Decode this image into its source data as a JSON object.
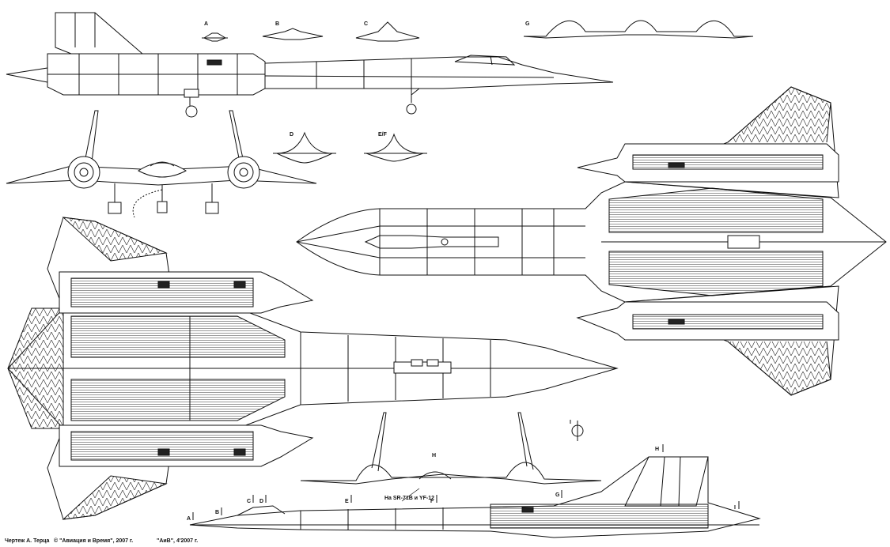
{
  "section_labels": {
    "a": "A",
    "b": "B",
    "c": "C",
    "d": "D",
    "ef": "E/F",
    "g": "G",
    "h": "H",
    "i": "I"
  },
  "side_view_markers": {
    "a": "A",
    "b": "B",
    "c": "C",
    "d": "D",
    "e": "E",
    "f": "F",
    "g": "G",
    "h": "H",
    "i": "I"
  },
  "note": "На SR-71B и YF-12",
  "footer": {
    "author": "Чертеж А. Терца",
    "copyright": "© \"Авиация и Время\", 2007 г.",
    "issue": "\"АиВ\", 4'2007 г."
  }
}
